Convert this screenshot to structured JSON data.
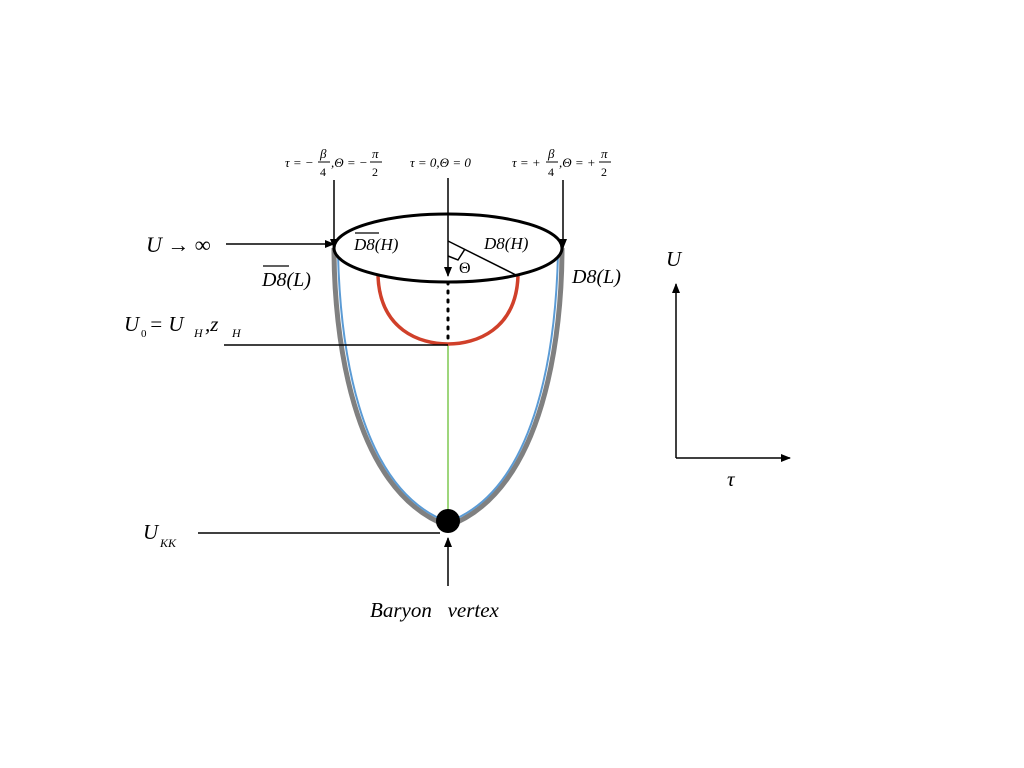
{
  "labels": {
    "top_left": {
      "tau": "τ = −",
      "frac_num": "β",
      "frac_den": "4",
      "sep": ",Θ = −",
      "frac2_num": "π",
      "frac2_den": "2"
    },
    "top_center": "τ = 0,Θ = 0",
    "top_right": {
      "tau": "τ = +",
      "frac_num": "β",
      "frac_den": "4",
      "sep": ",Θ = +",
      "frac2_num": "π",
      "frac2_den": "2"
    },
    "u_infinity": "U → ∞",
    "d8bar_h": "D8(H)",
    "d8_h": "D8(H)",
    "theta": "Θ",
    "d8bar_l": "D8(L)",
    "d8_l": "D8(L)",
    "u0_main": "U",
    "u0_sub": "0",
    "u0_rest": " = U",
    "u0_sub_h": "H",
    "u0_comma": " ,z",
    "u0_sub_zh": "H",
    "ukk_main": "U",
    "ukk_sub": "KK",
    "baryon_vertex": "Baryon   vertex",
    "axis_u": "U",
    "axis_tau": "τ"
  },
  "colors": {
    "outer_curve": "#808080",
    "inner_curve": "#5b9bd5",
    "red_arc": "#d0402a",
    "green_line": "#7ec850",
    "vertex": "#000000"
  }
}
